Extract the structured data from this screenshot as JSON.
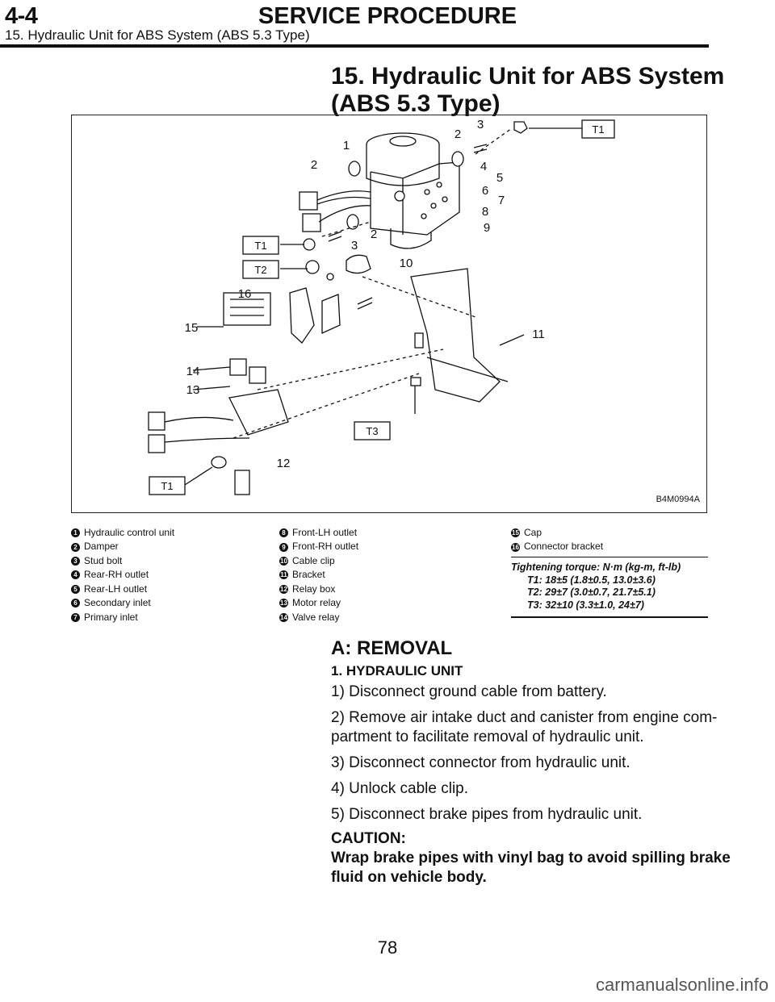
{
  "header": {
    "section": "4-4",
    "title": "SERVICE PROCEDURE",
    "subtitle": "15. Hydraulic Unit for ABS System (ABS 5.3 Type)"
  },
  "page_title_line1": "15. Hydraulic Unit for ABS System",
  "page_title_line2": "(ABS 5.3 Type)",
  "figure": {
    "code": "B4M0994A",
    "callouts": [
      "T1",
      "T1",
      "T2",
      "T3",
      "T1"
    ],
    "numbers": [
      "1",
      "2",
      "3",
      "2",
      "4",
      "5",
      "6",
      "7",
      "8",
      "9",
      "3",
      "2",
      "10",
      "16",
      "15",
      "11",
      "14",
      "13",
      "12"
    ]
  },
  "legend": [
    {
      "n": "1",
      "label": "Hydraulic control unit"
    },
    {
      "n": "2",
      "label": "Damper"
    },
    {
      "n": "3",
      "label": "Stud bolt"
    },
    {
      "n": "4",
      "label": "Rear-RH outlet"
    },
    {
      "n": "5",
      "label": "Rear-LH outlet"
    },
    {
      "n": "6",
      "label": "Secondary inlet"
    },
    {
      "n": "7",
      "label": "Primary inlet"
    },
    {
      "n": "8",
      "label": "Front-LH outlet"
    },
    {
      "n": "9",
      "label": "Front-RH outlet"
    },
    {
      "n": "10",
      "label": "Cable clip"
    },
    {
      "n": "11",
      "label": "Bracket"
    },
    {
      "n": "12",
      "label": "Relay box"
    },
    {
      "n": "13",
      "label": "Motor relay"
    },
    {
      "n": "14",
      "label": "Valve relay"
    },
    {
      "n": "15",
      "label": "Cap"
    },
    {
      "n": "16",
      "label": "Connector bracket"
    }
  ],
  "torque": {
    "heading": "Tightening torque: N·m (kg-m, ft-lb)",
    "t1": "T1: 18±5 (1.8±0.5, 13.0±3.6)",
    "t2": "T2: 29±7 (3.0±0.7, 21.7±5.1)",
    "t3": "T3: 32±10 (3.3±1.0, 24±7)"
  },
  "section": {
    "heading": "A: REMOVAL",
    "subheading": "1. HYDRAULIC UNIT",
    "step1": "1) Disconnect ground cable from battery.",
    "step2a": "2) Remove air intake duct and canister from engine com-",
    "step2b": "partment to facilitate removal of hydraulic unit.",
    "step3": "3) Disconnect connector from hydraulic unit.",
    "step4": "4) Unlock cable clip.",
    "step5": "5) Disconnect brake pipes from hydraulic unit.",
    "caution_label": "CAUTION:",
    "caution_line1": "Wrap brake pipes with vinyl bag to avoid spilling brake",
    "caution_line2": "fluid on vehicle body."
  },
  "page_number": "78",
  "watermark": "carmanualsonline.info"
}
